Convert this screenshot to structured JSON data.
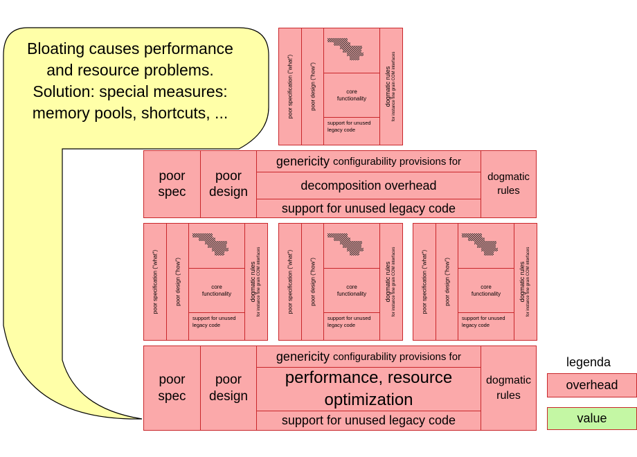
{
  "callout": {
    "lines": [
      "Bloating causes performance",
      "and resource problems.",
      "Solution: special measures:",
      "memory pools, shortcuts, ..."
    ],
    "fill": "#ffffa8"
  },
  "small_module": {
    "poor_spec": "poor specification (\"what\")",
    "poor_design": "poor design (\"how\")",
    "core": "core functionality",
    "support": "support for unused legacy code",
    "dogmatic": "dogmatic rules",
    "dogmatic_sub": "for instance fine grain COM interfaces"
  },
  "mid_layer": {
    "poor_spec": "poor spec",
    "poor_design": "poor design",
    "genericity": "genericity",
    "config": "configurability provisions for",
    "center": "decomposition overhead",
    "support": "support for unused legacy code",
    "dogmatic": "dogmatic rules"
  },
  "bottom_layer": {
    "poor_spec": "poor spec",
    "poor_design": "poor design",
    "genericity": "genericity",
    "config": "configurability provisions for",
    "center": "performance, resource optimization",
    "support": "support for unused legacy code",
    "dogmatic": "dogmatic rules"
  },
  "legend": {
    "title": "legenda",
    "overhead": "overhead",
    "value": "value"
  },
  "colors": {
    "overhead": "#fba9aa",
    "value": "#c4f7a4",
    "border": "#c8262a"
  }
}
